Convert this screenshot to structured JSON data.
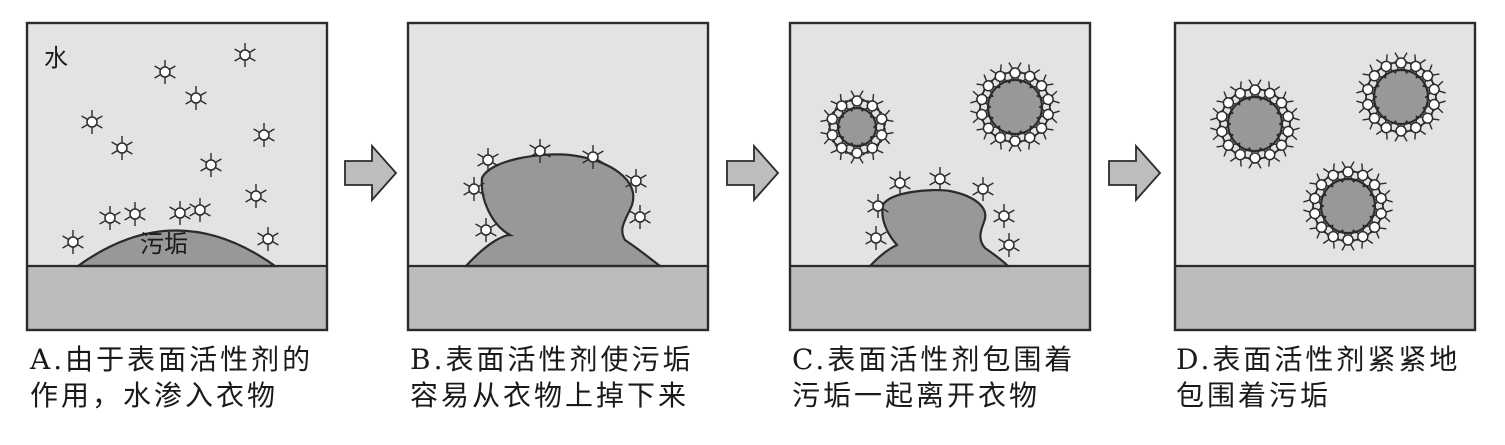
{
  "panels": [
    {
      "caption_line1": "A.由于表面活性剂的",
      "caption_line2": "作用，水渗入衣物",
      "label_water": "水",
      "label_dirt": "污垢"
    },
    {
      "caption_line1": "B.表面活性剂使污垢",
      "caption_line2": "容易从衣物上掉下来"
    },
    {
      "caption_line1": "C.表面活性剂包围着",
      "caption_line2": "污垢一起离开衣物"
    },
    {
      "caption_line1": "D.表面活性剂紧紧地",
      "caption_line2": "包围着污垢"
    }
  ],
  "colors": {
    "water": "#e3e3e3",
    "fabric": "#bcbcbc",
    "dirt": "#989898",
    "outline": "#2b2b2b",
    "arrow": "#bdbdbd"
  },
  "icons": [
    "surfactant-molecule-icon",
    "right-arrow-icon"
  ]
}
